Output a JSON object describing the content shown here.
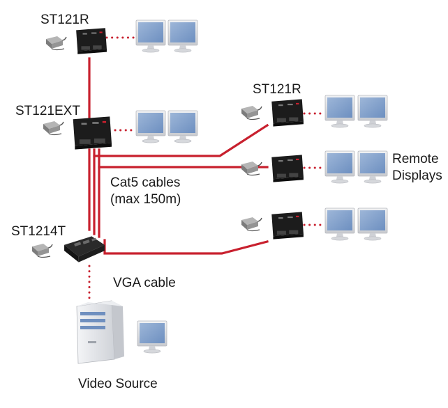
{
  "labels": {
    "st121r_top": "ST121R",
    "st121ext": "ST121EXT",
    "st121r_right": "ST121R",
    "remote_displays_line1": "Remote",
    "remote_displays_line2": "Displays",
    "cat5_line1": "Cat5 cables",
    "cat5_line2": "(max 150m)",
    "st1214t": "ST1214T",
    "vga_cable": "VGA cable",
    "video_source": "Video Source"
  },
  "colors": {
    "cat5_cable": "#c8202e",
    "vga_dots": "#c8202e",
    "screen": "#7f9ec6",
    "monitor_frame": "#d9dade",
    "device_body": "#1c1c1c",
    "adapter": "#8a8a8a",
    "pc_tower": "#e6e7ea",
    "pc_bays": "#6f8fbf"
  },
  "icons": {
    "monitor": "lcd-monitor-icon",
    "receiver": "receiver-unit-icon",
    "transmitter": "transmitter-unit-icon",
    "power": "power-adapter-icon",
    "computer": "desktop-tower-icon"
  }
}
